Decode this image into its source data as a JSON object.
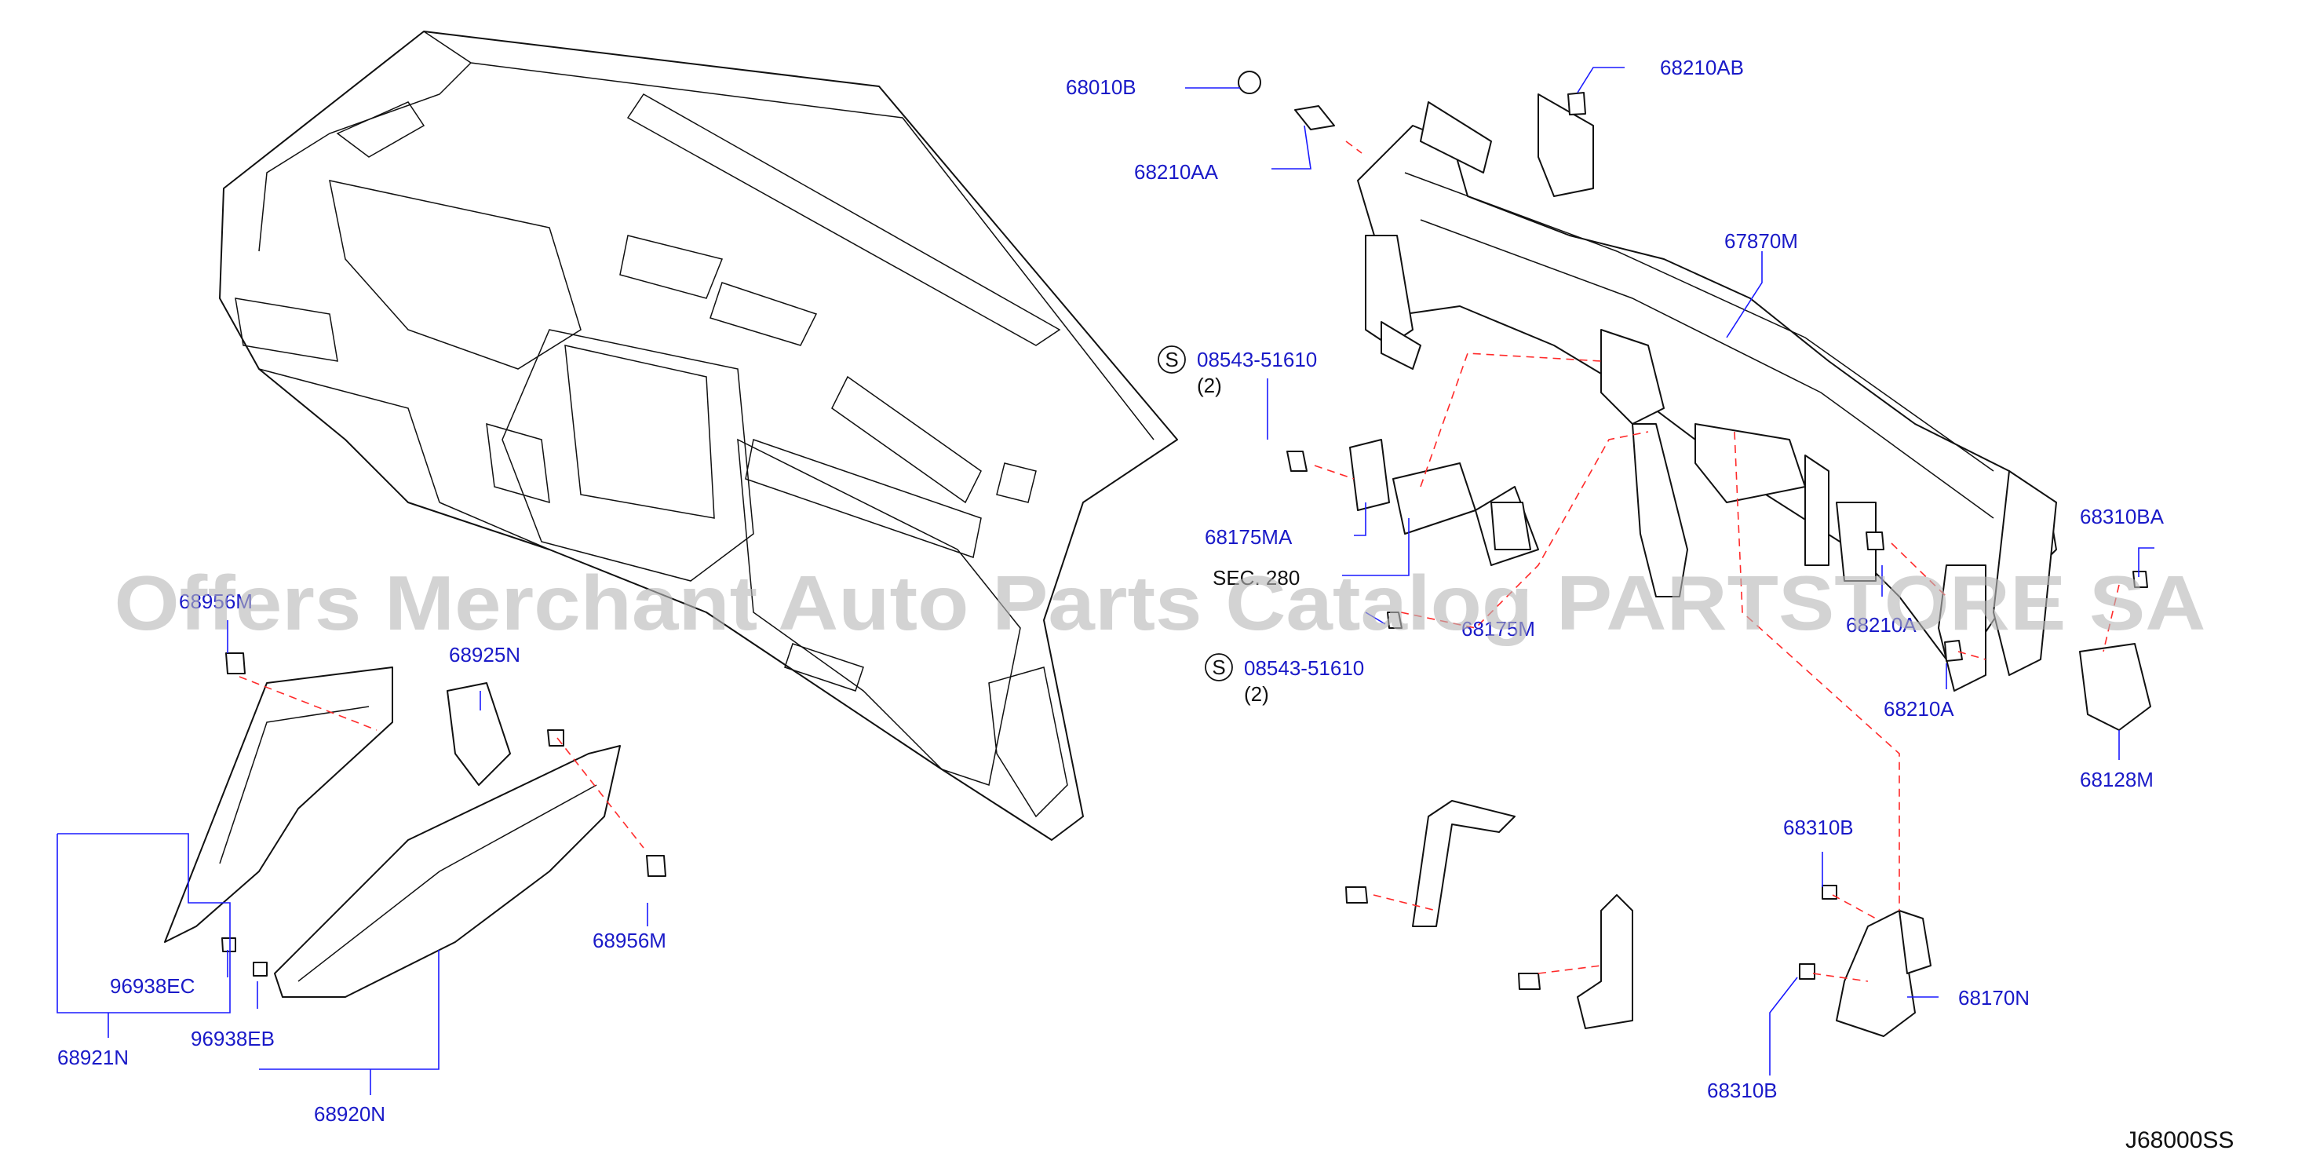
{
  "watermark": "Offers Merchant Auto Parts Catalog PARTSTORE SA",
  "diagram_code": "J68000SS",
  "callouts": {
    "p68010B": "68010B",
    "p68210AB": "68210AB",
    "p68210AA": "68210AA",
    "p67870M": "67870M",
    "s_bolt_top": "08543-51610",
    "s_bolt_top_qty": "(2)",
    "p68175MA": "68175MA",
    "sec_ref": "SEC. 280",
    "p68175M": "68175M",
    "s_bolt_bottom": "08543-51610",
    "s_bolt_bottom_qty": "(2)",
    "p68310BA": "68310BA",
    "p68210A_a": "68210A",
    "p68210A_b": "68210A",
    "p68128M": "68128M",
    "p68956M_a": "68956M",
    "p68925N": "68925N",
    "p68956M_b": "68956M",
    "p96938EC": "96938EC",
    "p96938EB": "96938EB",
    "p68921N": "68921N",
    "p68920N": "68920N",
    "p68310B_a": "68310B",
    "p68170N": "68170N",
    "p68310B_b": "68310B"
  },
  "s_marker": "S"
}
